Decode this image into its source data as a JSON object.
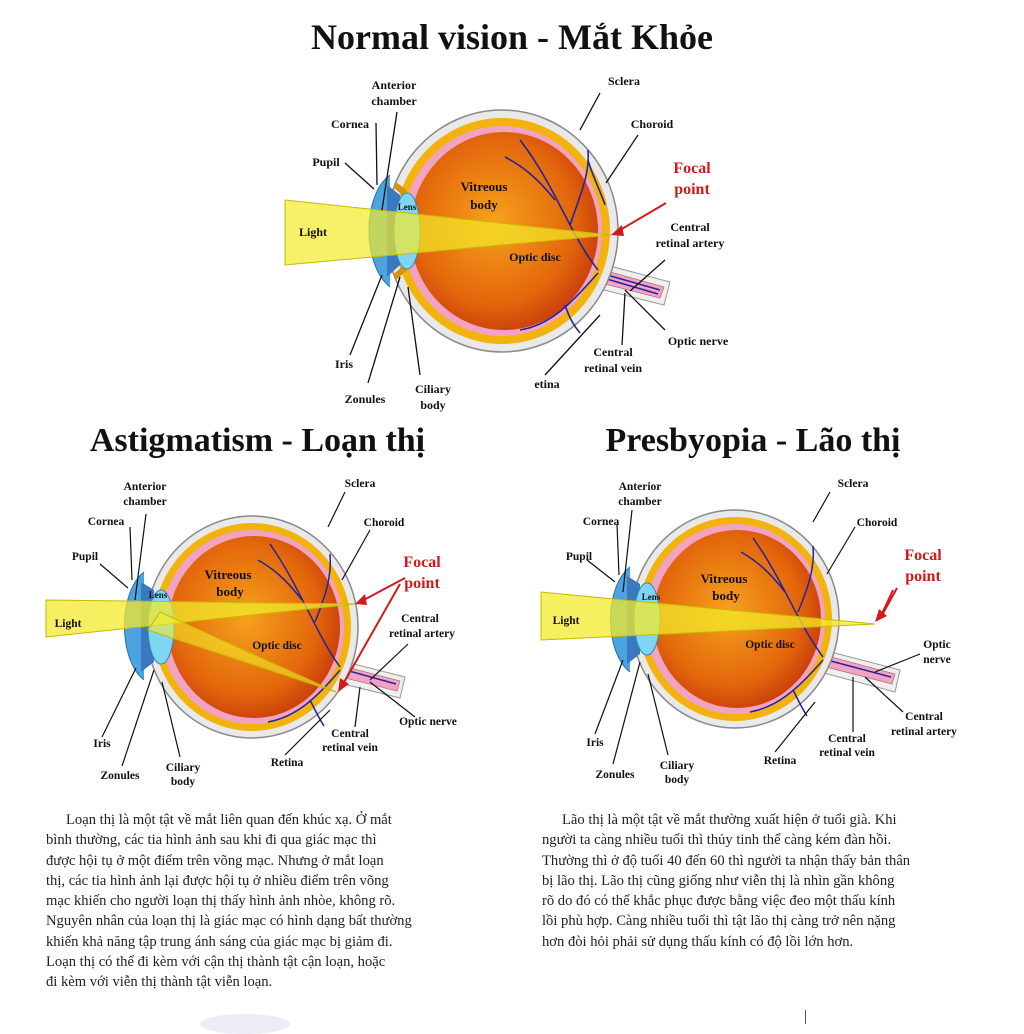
{
  "titles": {
    "normal": "Normal vision - Mắt Khỏe",
    "astigmatism": "Astigmatism - Loạn thị",
    "presbyopia": "Presbyopia - Lão thị"
  },
  "labels": {
    "anterior_chamber": [
      "Anterior",
      "chamber"
    ],
    "cornea": "Cornea",
    "pupil": "Pupil",
    "light": "Light",
    "lens": "Lens",
    "vitreous_body": [
      "Vitreous",
      "body"
    ],
    "optic_disc": "Optic disc",
    "iris": "Iris",
    "zonules": "Zonules",
    "ciliary_body": [
      "Ciliary",
      "body"
    ],
    "retina": "Retina",
    "retina_cropped": "etina",
    "central_retinal_vein": [
      "Central",
      "retinal vein"
    ],
    "central_retinal_artery": [
      "Central",
      "retinal artery"
    ],
    "optic_nerve": "Optic nerve",
    "optic_nerve_split": [
      "Optic",
      "nerve"
    ],
    "sclera": "Sclera",
    "choroid": "Choroid",
    "focal_point": [
      "Focal",
      "point"
    ]
  },
  "paragraphs": {
    "astigmatism": [
      "Loạn thị là một tật về mắt liên quan đến khúc xạ. Ở mắt",
      "bình thường, các tia hình ảnh sau khi đi qua giác mạc thì",
      "được hội tụ ở một điểm trên võng mạc. Nhưng ở mắt loạn",
      "thị, các tia hình ảnh lại được hội tụ ở nhiều điểm trên võng",
      "mạc khiến cho người loạn thị thấy hình ảnh nhòe, không rõ.",
      "Nguyên nhân của loạn thị là giác mạc có hình dạng bất thường",
      "khiến khả năng tập trung ánh sáng của giác mạc bị giảm đi.",
      "Loạn thị có thể đi kèm với cận thị thành tật cận loạn, hoặc",
      "đi kèm với viễn thị thành tật viễn loạn."
    ],
    "presbyopia": [
      "Lão thị là một tật về mắt thường xuất hiện ở tuổi già. Khi",
      "người ta càng nhiều tuổi thì thủy tinh thể càng kém đàn hồi.",
      "Thường thì ở độ tuổi 40 đến 60 thì người ta nhận thấy bản thân",
      "bị lão thị. Lão thị cũng giống như viễn thị là nhìn gần không",
      "rõ do đó có thể khắc phục được bằng việc đeo một thấu kính",
      "lồi phù hợp. Càng nhiều tuổi thì tật lão thị càng trở nên nặng",
      "hơn đòi hỏi phải sử dụng thấu kính có độ lồi lớn hơn."
    ]
  },
  "colors": {
    "focal_label": "#d11a1a",
    "light_beam": "#f3ea2a",
    "sclera_outer": "#e9e9e9",
    "choroid": "#f3b30f",
    "retina_pink": "#f2a3c3",
    "vitreous_fill": "#e3660c",
    "vessels": "#23239a",
    "cornea": "#4ba3e0",
    "lens": "#7fd6f4"
  }
}
